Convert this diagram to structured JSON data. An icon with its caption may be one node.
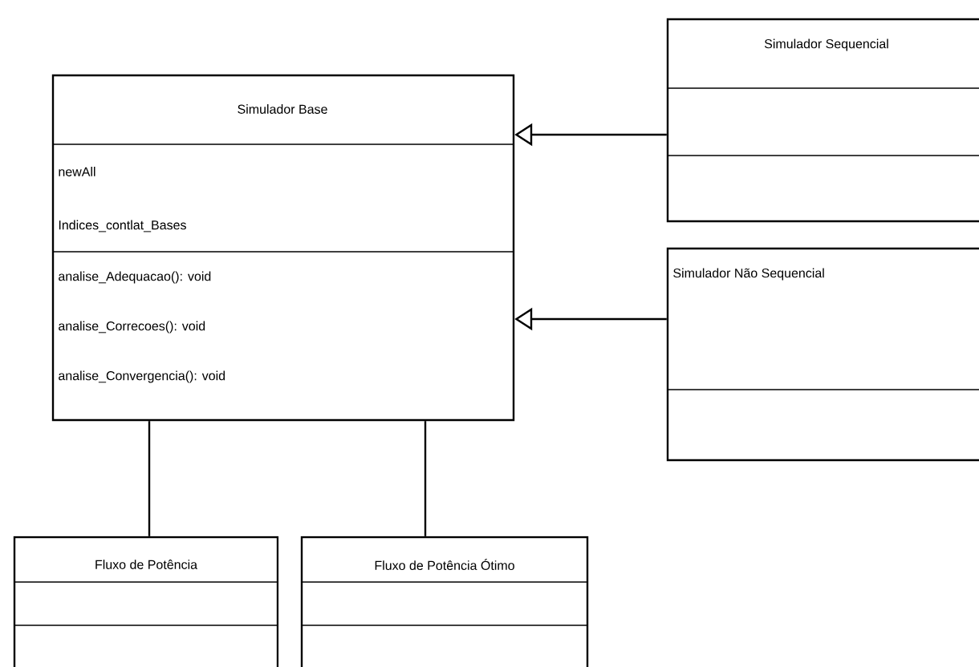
{
  "diagram": {
    "nodes": [
      {
        "text": [
          "Simulador Base",
          "newAll",
          "Indices_contlat_Bases",
          "analise_Adequacao(): void",
          "analise_Correcoes(): void",
          "analise_Convergencia(): void"
        ]
      },
      {
        "text": [
          "Simulador Sequencial"
        ]
      },
      {
        "text": [
          "Simulador Não Sequencial"
        ]
      },
      {
        "text": [
          "Fluxo de Potência"
        ]
      },
      {
        "text": [
          "Fluxo de Potência Ótimo"
        ]
      }
    ],
    "edges": [
      {
        "from": 1,
        "to": 0,
        "arrow": "to"
      },
      {
        "from": 2,
        "to": 0,
        "arrow": "to"
      },
      {
        "from": 0,
        "to": 3,
        "arrow": "none"
      },
      {
        "from": 0,
        "to": 4,
        "arrow": "none"
      }
    ]
  }
}
